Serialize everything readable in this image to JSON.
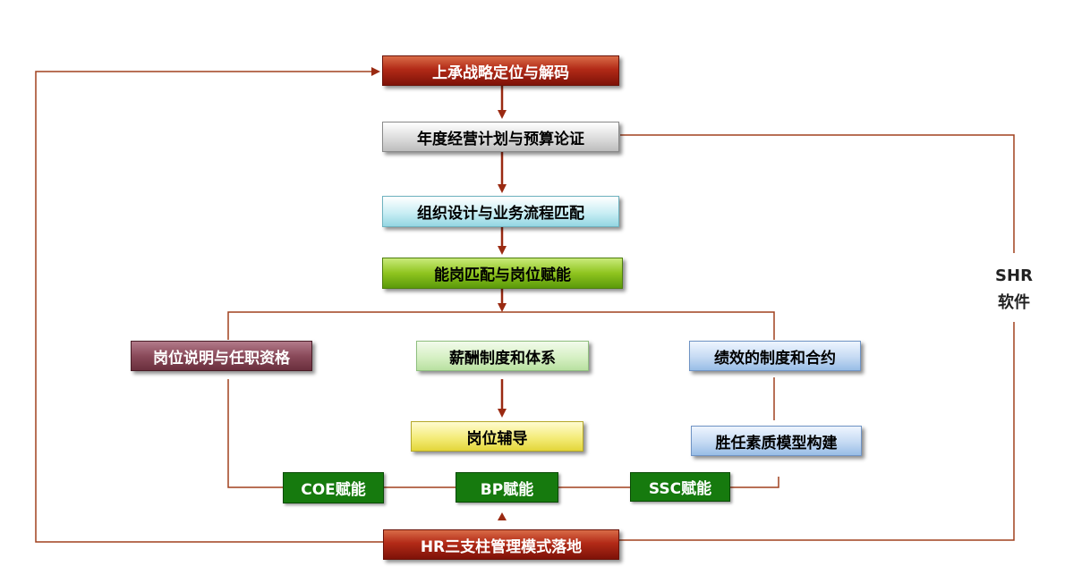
{
  "boxes": {
    "strategy": "上承战略定位与解码",
    "plan": "年度经营计划与预算论证",
    "org": "组织设计与业务流程匹配",
    "capability": "能岗匹配与岗位赋能",
    "jd": "岗位说明与任职资格",
    "pay": "薪酬制度和体系",
    "perf": "绩效的制度和合约",
    "coaching": "岗位辅导",
    "competency": "胜任素质模型构建",
    "coe": "COE赋能",
    "bp": "BP赋能",
    "ssc": "SSC赋能",
    "hr": "HR三支柱管理模式落地"
  },
  "side_label": {
    "line1": "SHR",
    "line2": "软件"
  },
  "colors": {
    "connector": "#a0401f",
    "dark_red": "#9a2a12",
    "dark_green": "#167a0e"
  }
}
